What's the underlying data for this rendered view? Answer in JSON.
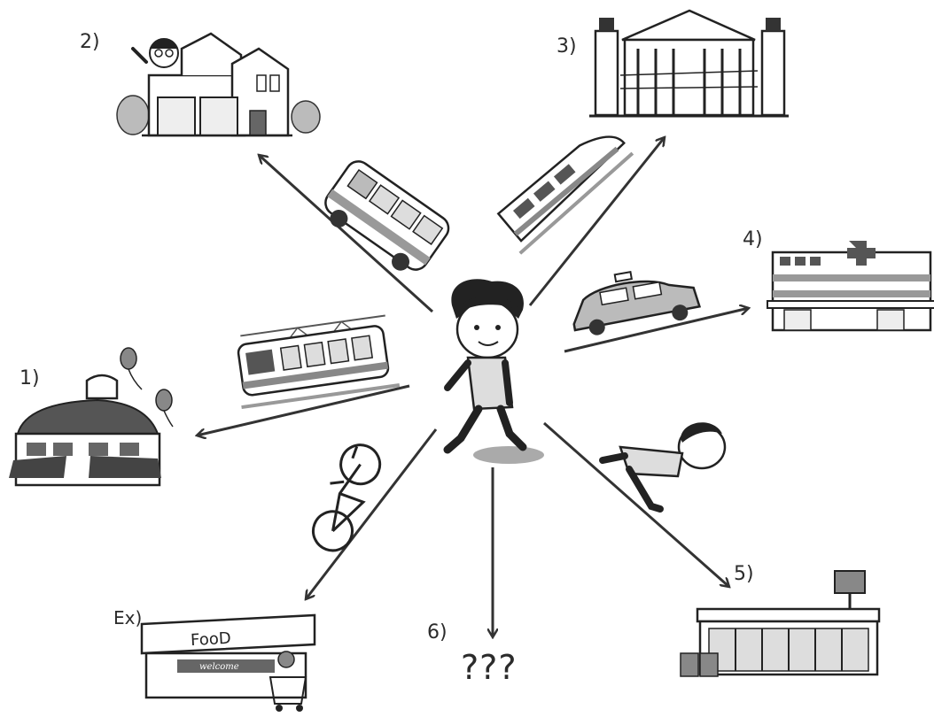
{
  "labels": {
    "n1": "1)",
    "n2": "2)",
    "n3": "3)",
    "n4": "4)",
    "n5": "5)",
    "n6": "6)",
    "ex": "Ex)",
    "unknown": "???"
  },
  "signs": {
    "food": "FooD",
    "welcome": "welcome"
  }
}
